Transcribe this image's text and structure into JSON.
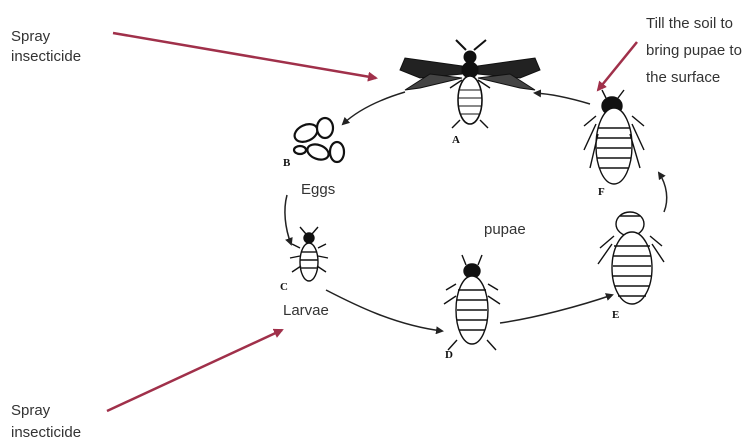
{
  "annotations": {
    "spray_top": [
      "Spray",
      "insecticide"
    ],
    "till": [
      "Till the soil to",
      "bring pupae to",
      "the surface"
    ],
    "spray_bottom": [
      "Spray",
      "insecticide"
    ]
  },
  "labels": {
    "eggs": "Eggs",
    "larvae": "Larvae",
    "pupae": "pupae"
  },
  "stage_letters": {
    "a": "A",
    "b": "B",
    "c": "C",
    "d": "D",
    "e": "E",
    "f": "F"
  },
  "colors": {
    "arrow_annotation": "#A0304A",
    "cycle": "#222222"
  }
}
